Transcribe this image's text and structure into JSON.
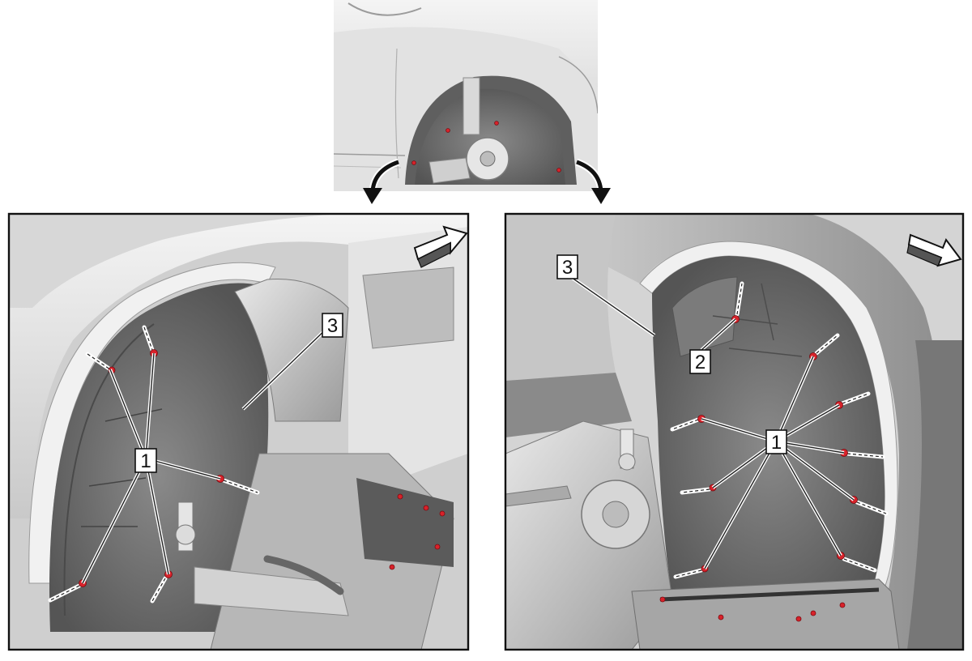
{
  "callouts": {
    "clip": "1",
    "screw": "2",
    "wheelhouse_liner": "3"
  },
  "colors": {
    "fastener": "#d8222a",
    "body_light": "#ececec",
    "body_mid": "#bdbdbd",
    "liner_dark": "#6f6f6f",
    "frame": "#111111"
  },
  "icons": {
    "left_direction": "forward-arrow-icon",
    "right_direction": "rearward-arrow-icon",
    "removal_arrows": "curved-arrow-icon"
  }
}
